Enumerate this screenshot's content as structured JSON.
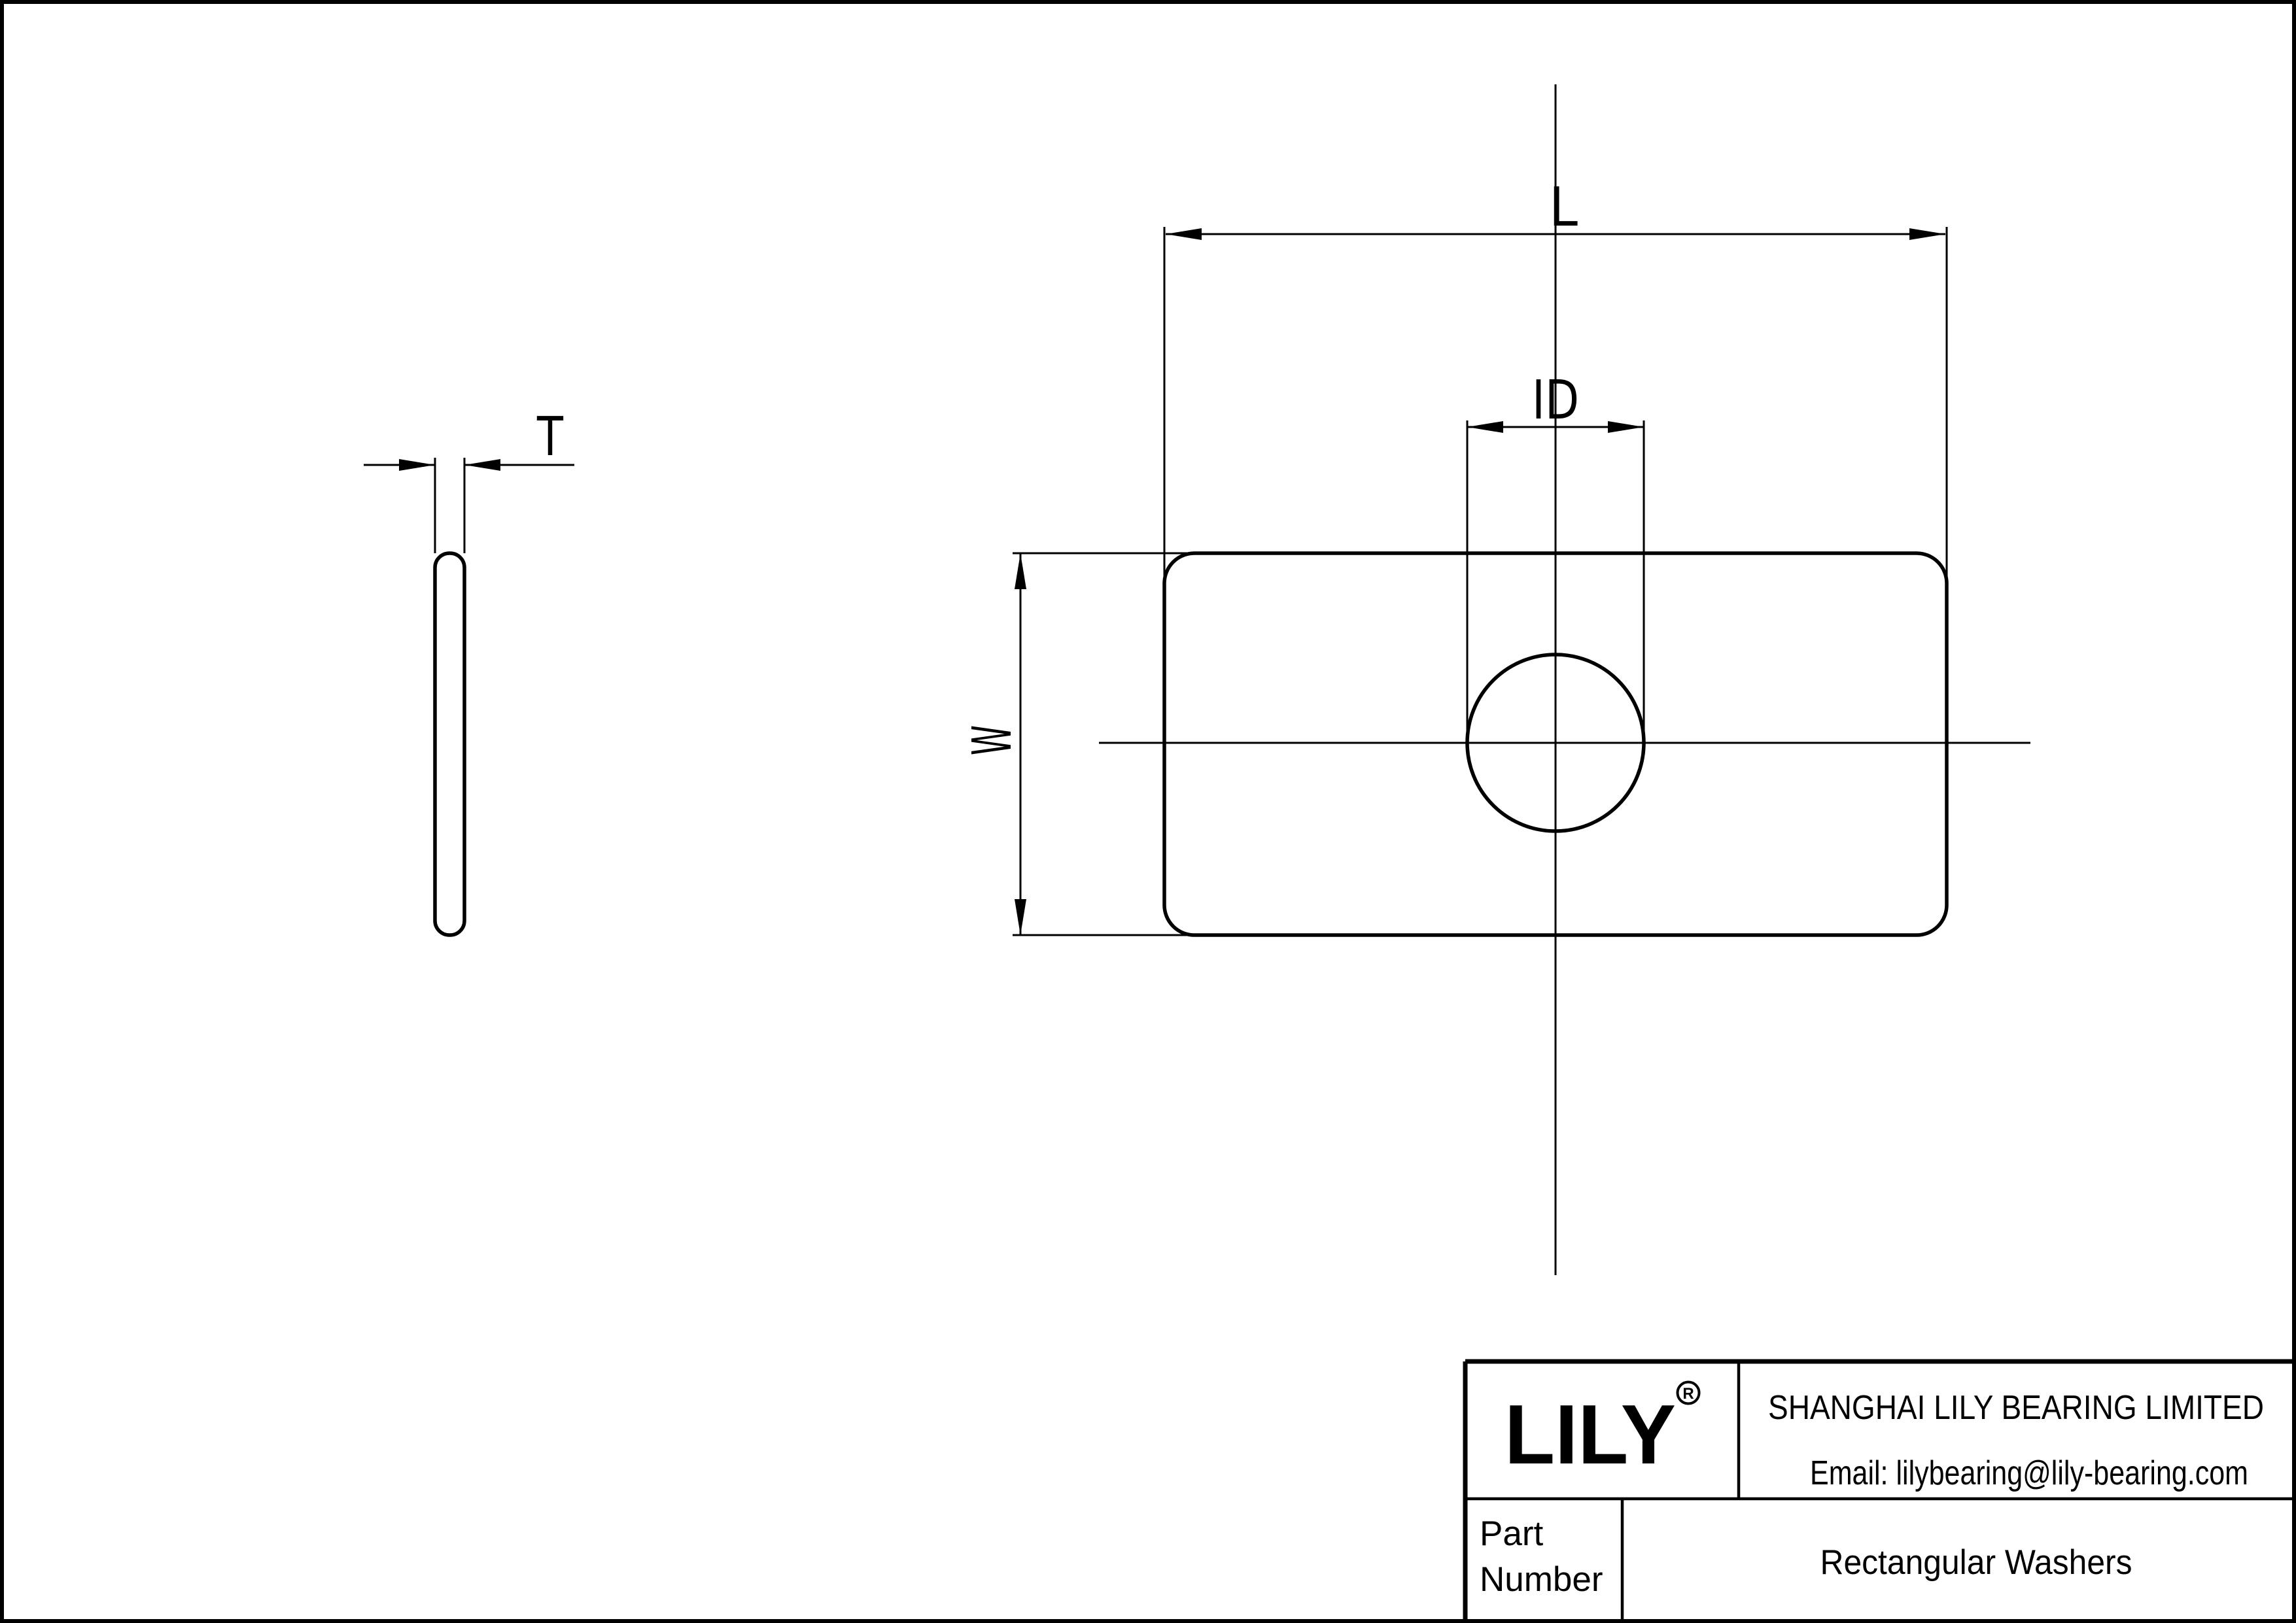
{
  "page": {
    "paper_color": "#ffffff",
    "ink_color": "#000000"
  },
  "drawing": {
    "dimension_labels": {
      "thickness": "T",
      "length": "L",
      "inner_diameter": "ID",
      "width": "W"
    }
  },
  "title_block": {
    "logo_text": "LILY",
    "registered_mark": "R",
    "company_name": "SHANGHAI LILY BEARING LIMITED",
    "email_line": "Email: lilybearing@lily-bearing.com",
    "part_label_line1": "Part",
    "part_label_line2": "Number",
    "part_name": "Rectangular Washers"
  }
}
